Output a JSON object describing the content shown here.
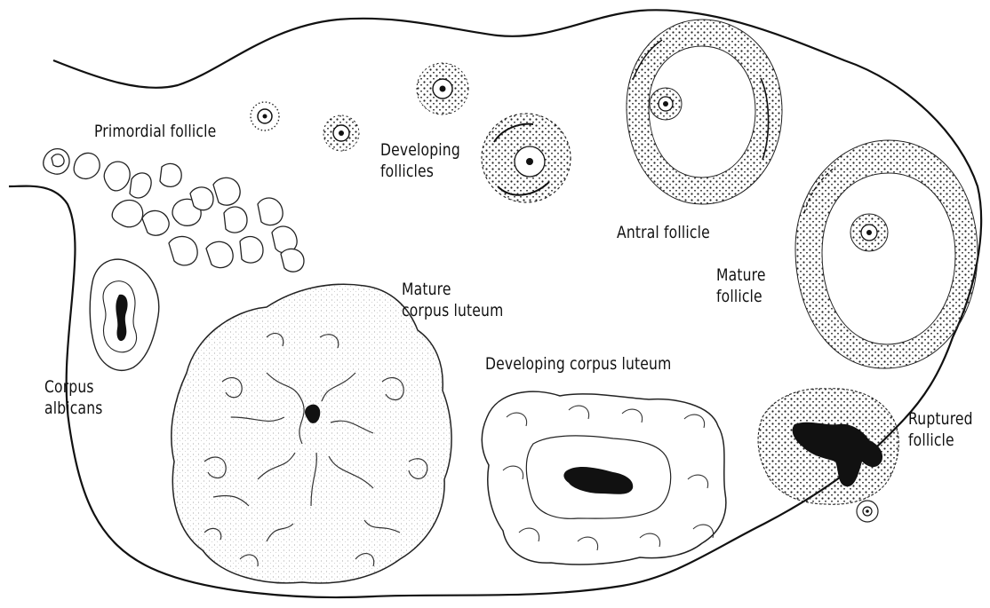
{
  "labels": {
    "primordial": "Primordial follicle",
    "developing_1": "Developing",
    "developing_2": "follicles",
    "antral": "Antral follicle",
    "mature_follicle_1": "Mature",
    "mature_follicle_2": "follicle",
    "mature_cl_1": "Mature",
    "mature_cl_2": "corpus luteum",
    "corpus_1": "Corpus",
    "corpus_2": "albicans",
    "developing_cl": "Developing corpus luteum",
    "ruptured_1": "Ruptured",
    "ruptured_2": "follicle"
  },
  "colors": {
    "ink": "#111111",
    "stipple": "#222222",
    "background": "#ffffff"
  }
}
